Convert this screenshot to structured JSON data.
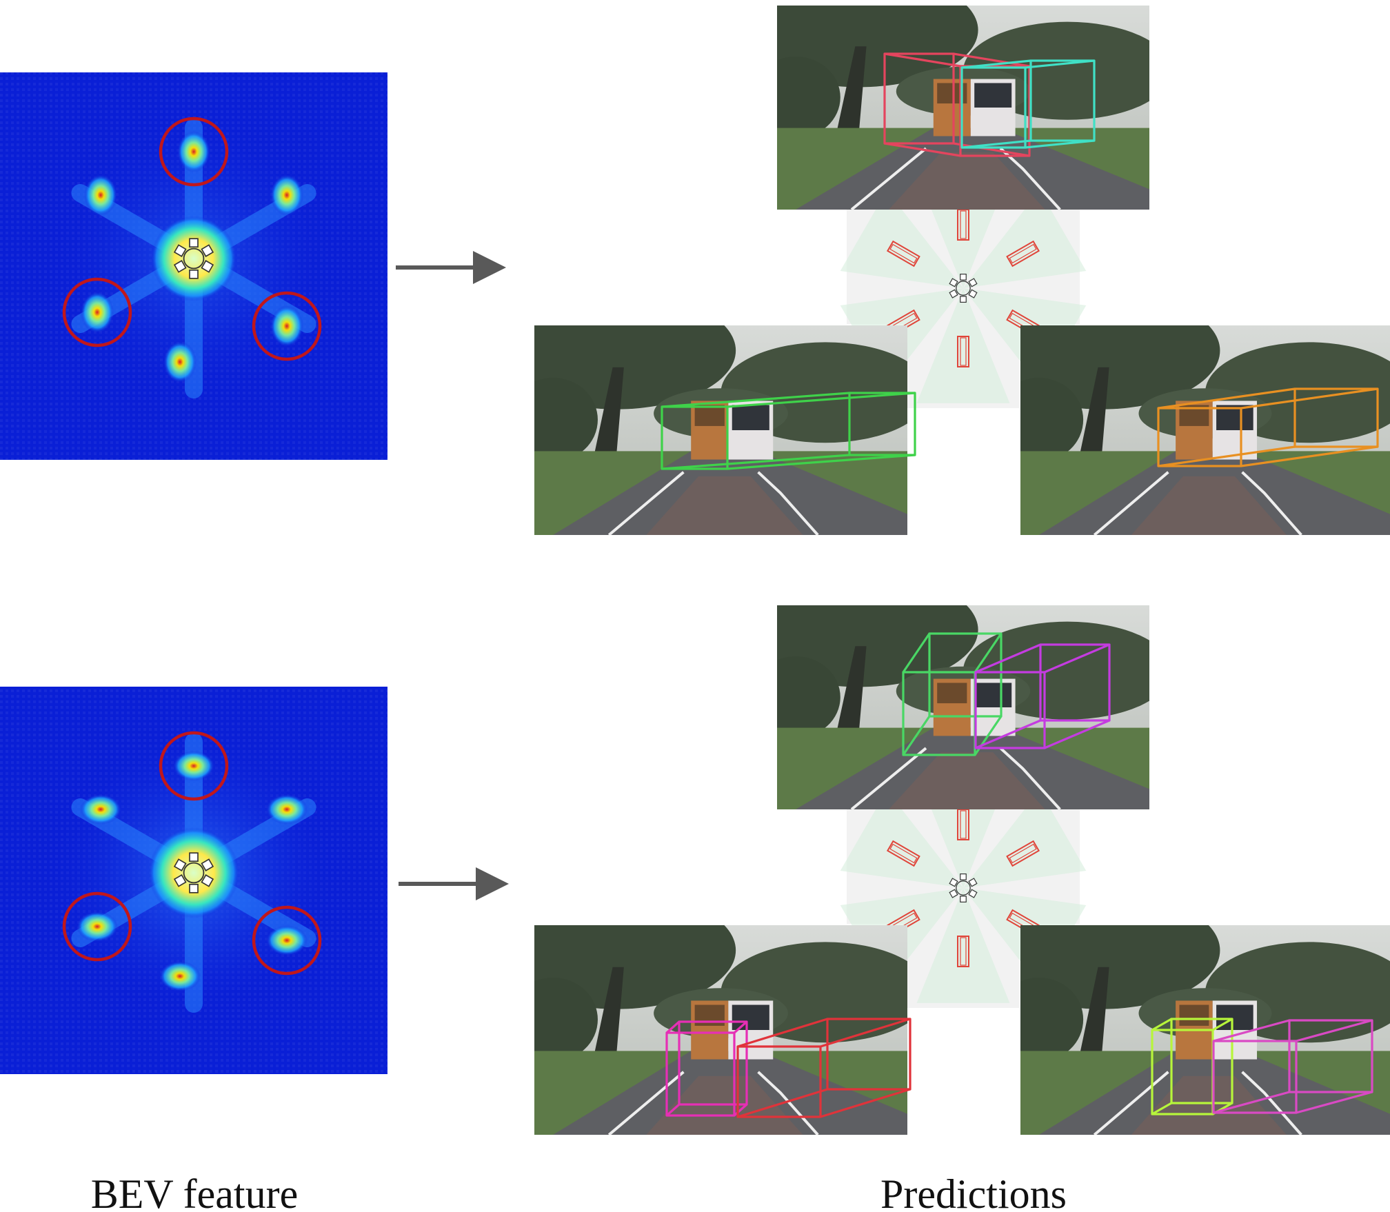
{
  "captions": {
    "left": "BEV feature",
    "right": "Predictions"
  },
  "colors": {
    "heatmap_bg": "#0a1fd6",
    "heatmap_hot": "#ffe600",
    "heatmap_peak": "#e01b1b",
    "circle": "#c0171b",
    "arrow": "#595959",
    "bev_panel": "#f2f2f2",
    "bev_fov": "#d7eedd",
    "bev_box": "#e0453a",
    "sky": "#c9cdca",
    "tree": "#3c4a39",
    "road": "#5e5f63",
    "grass": "#5d7a48",
    "bus": "#b8763e"
  },
  "rows": [
    {
      "id": "top",
      "boxes": {
        "front": [
          "#e4455e",
          "#40e0c6"
        ],
        "left": [
          "#3fd24a"
        ],
        "right": [
          "#e89022"
        ]
      }
    },
    {
      "id": "bottom",
      "boxes": {
        "front": [
          "#49d765",
          "#c43ce0"
        ],
        "left": [
          "#e62fb5",
          "#e0333a"
        ],
        "right": [
          "#b7f53b",
          "#d94ac4"
        ]
      }
    }
  ]
}
